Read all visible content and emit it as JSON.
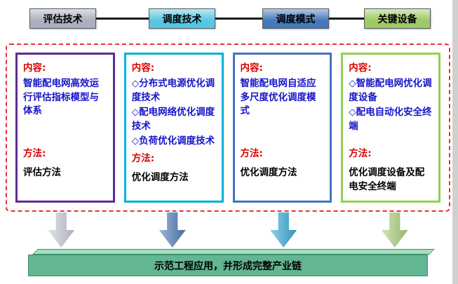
{
  "top_tabs": [
    {
      "label": "评估技术",
      "color": "#aab0bd"
    },
    {
      "label": "调度技术",
      "color": "#57c6e2"
    },
    {
      "label": "调度模式",
      "color": "#4579ba"
    },
    {
      "label": "关键设备",
      "color": "#9dca64"
    }
  ],
  "container": {
    "border_color": "#f03030"
  },
  "panels": [
    {
      "border_color": "#5c2d91",
      "content_label": "内容:",
      "items": [
        "智能配电网高效运行评估指标模型与体系"
      ],
      "method_label": "方法:",
      "method": "评估方法"
    },
    {
      "border_color": "#00b0d8",
      "content_label": "内容:",
      "items": [
        "◇分布式电源优化调度技术",
        "◇配电网络优化调度技术",
        "◇负荷优化调度技术"
      ],
      "method_label": "方法:",
      "method": "优化调度方法"
    },
    {
      "border_color": "#4472c4",
      "content_label": "内容:",
      "items": [
        "智能配电网自适应多尺度优化调度模式"
      ],
      "method_label": "方法:",
      "method": "优化调度方法"
    },
    {
      "border_color": "#92d050",
      "content_label": "内容:",
      "items": [
        "◇智能配电网优化调度设备",
        "◇配电自动化安全终端"
      ],
      "method_label": "方法:",
      "method": "优化调度设备及配电安全终端"
    }
  ],
  "arrows": [
    {
      "color": "#c7cbd7"
    },
    {
      "color": "#4f7cb8"
    },
    {
      "color": "#35aad6"
    },
    {
      "color": "#a9cf7e"
    }
  ],
  "bottom_bar": {
    "label": "示范工程应用，并形成完整产业链",
    "color": "#63b692"
  },
  "text_colors": {
    "label_red": "#d90000",
    "content_blue": "#1515c8",
    "method_black": "#000000"
  }
}
